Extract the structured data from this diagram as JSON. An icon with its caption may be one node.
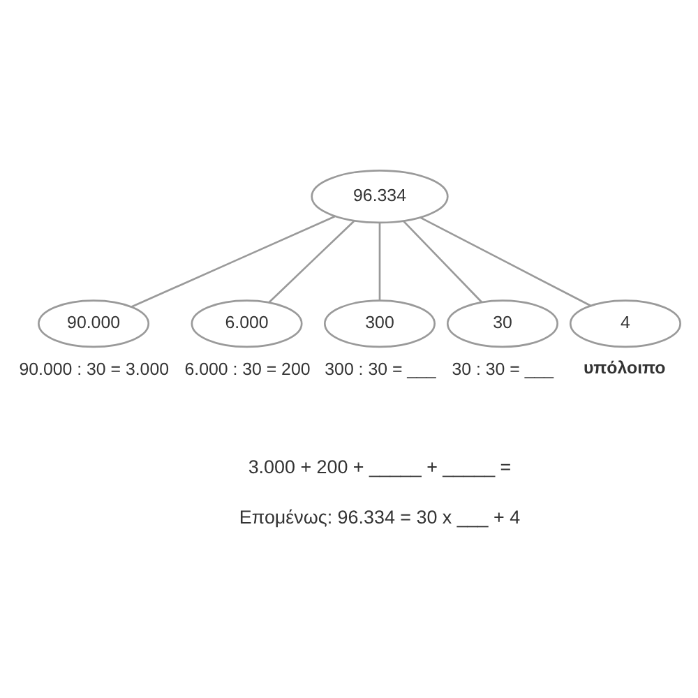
{
  "diagram": {
    "nodes": [
      {
        "text": [
          "96.334"
        ]
      },
      {
        "text": [
          "90.000"
        ],
        "beside": [
          "90.000 : 30 = 3.000"
        ]
      },
      {
        "text": [
          "6.000"
        ],
        "beside": [
          "6.000 : 30 = 200"
        ]
      },
      {
        "text": [
          "300"
        ],
        "beside": [
          "300 : 30 = ___"
        ]
      },
      {
        "text": [
          "30"
        ],
        "beside": [
          "30 : 30 = ___"
        ]
      },
      {
        "text": [
          "4"
        ],
        "beside": [
          "υπόλοιπο"
        ]
      }
    ],
    "edges": [
      {
        "from": 0,
        "to": 1,
        "arrow": "none"
      },
      {
        "from": 0,
        "to": 2,
        "arrow": "none"
      },
      {
        "from": 0,
        "to": 3,
        "arrow": "none"
      },
      {
        "from": 0,
        "to": 4,
        "arrow": "none"
      },
      {
        "from": 0,
        "to": 5,
        "arrow": "none"
      }
    ],
    "labels": [
      "3.000 + 200 + _____ + _____ =",
      "Επομένως: 96.334 = 30 x ___ + 4"
    ]
  }
}
